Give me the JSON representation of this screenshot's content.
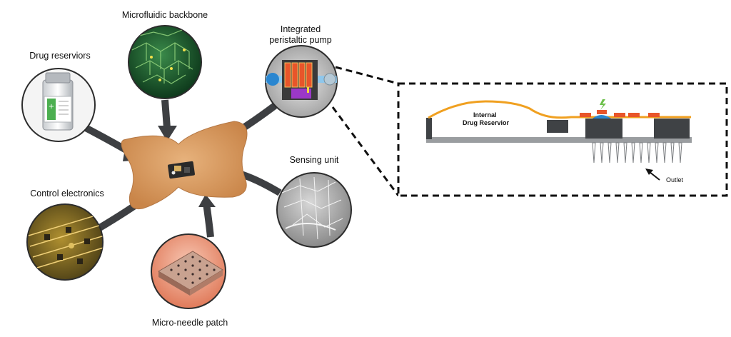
{
  "labels": {
    "microfluidic_backbone": "Microfluidic backbone",
    "drug_reservoirs": "Drug reserviors",
    "integrated_pump_line1": "Integrated",
    "integrated_pump_line2": "peristaltic pump",
    "sensing_unit": "Sensing unit",
    "control_electronics": "Control electronics",
    "micro_needle_patch": "Micro-needle patch"
  },
  "detail": {
    "internal_line1": "Internal",
    "internal_line2": "Drug Reservior",
    "outlet": "Outlet"
  },
  "colors": {
    "arrow": "#3d3f42",
    "patch": "#d89c62",
    "membrane": "#f0a020",
    "wall": "#3f4245",
    "pump_orange": "#e8552a",
    "pump_purple": "#9b38c8",
    "pump_blue": "#2a86d0"
  }
}
